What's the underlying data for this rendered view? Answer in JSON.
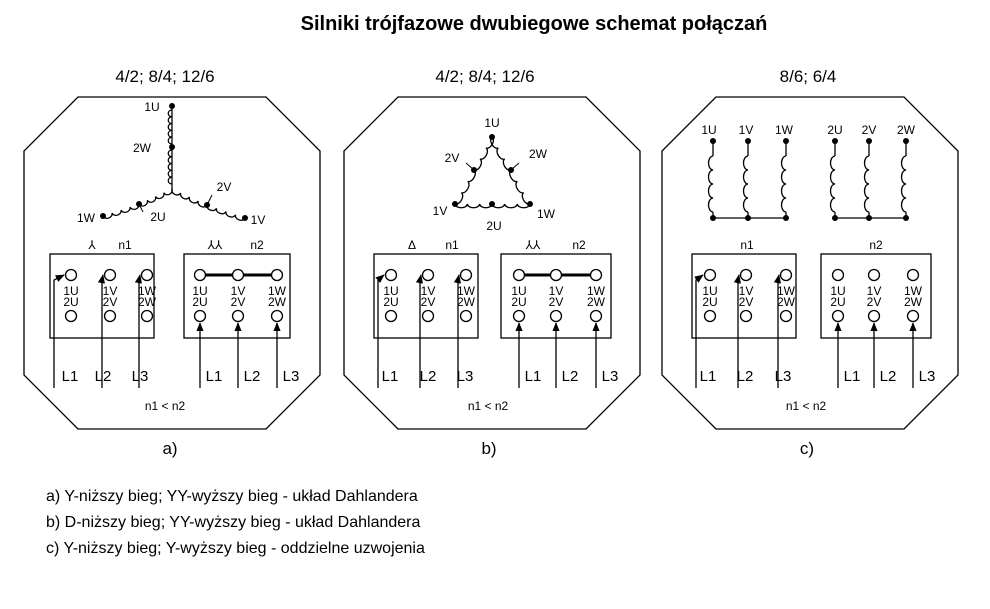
{
  "title": "Silniki trójfazowe dwubiegowe  schemat połączań",
  "panels": [
    {
      "spec": "4/2; 8/4; 12/6",
      "caption": "a)",
      "speed_rule": "n1 < n2",
      "connection_labels": {
        "left": "⅄",
        "right": "⅄⅄"
      },
      "speeds": [
        "n1",
        "n2"
      ],
      "winding_labels": [
        "1U",
        "2W",
        "2V",
        "1W",
        "2U",
        "1V"
      ]
    },
    {
      "spec": "4/2; 8/4; 12/6",
      "caption": "b)",
      "speed_rule": "n1 < n2",
      "connection_labels": {
        "left": "Δ",
        "right": "⅄⅄"
      },
      "speeds": [
        "n1",
        "n2"
      ],
      "winding_labels": [
        "1U",
        "2V",
        "2W",
        "1V",
        "2U",
        "1W"
      ]
    },
    {
      "spec": "8/6; 6/4",
      "caption": "c)",
      "speed_rule": "n1 < n2",
      "speeds": [
        "n1",
        "n2"
      ],
      "winding_labels": [
        "1U",
        "1V",
        "1W",
        "2U",
        "2V",
        "2W"
      ]
    }
  ],
  "terminals": {
    "top": [
      "1U",
      "1V",
      "1W"
    ],
    "bottom": [
      "2U",
      "2V",
      "2W"
    ]
  },
  "lines": [
    "L1",
    "L2",
    "L3"
  ],
  "legend": [
    "a) Y-niższy bieg; YY-wyższy bieg - układ Dahlandera",
    "b) D-niższy bieg; YY-wyższy bieg - układ Dahlandera",
    "c) Y-niższy bieg; Y-wyższy bieg - oddzielne uzwojenia"
  ]
}
